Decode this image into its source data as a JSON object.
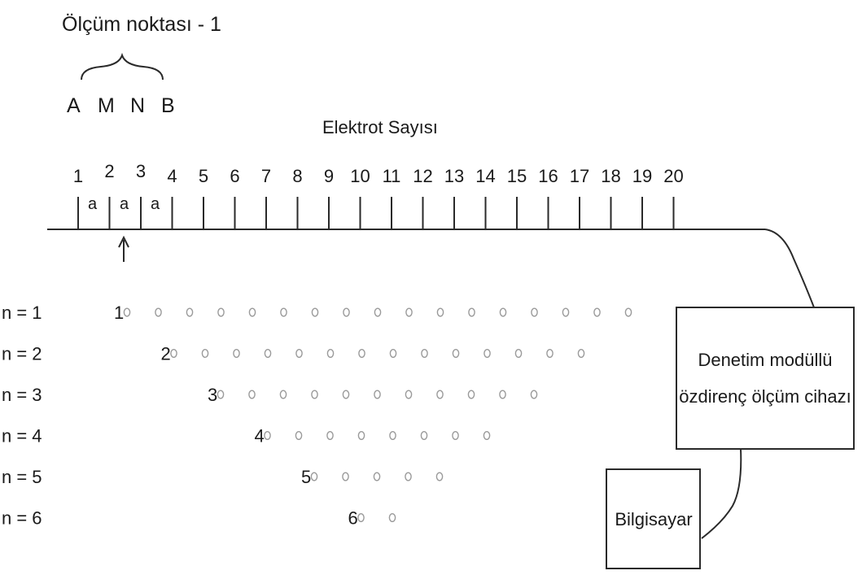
{
  "measurement_point": {
    "title": "Ölçüm noktası - 1",
    "electrode_labels": [
      "A",
      "M",
      "N",
      "B"
    ]
  },
  "electrodes": {
    "title": "Elektrot Sayısı",
    "numbers": [
      "1",
      "2",
      "3",
      "4",
      "5",
      "6",
      "7",
      "8",
      "9",
      "10",
      "11",
      "12",
      "13",
      "14",
      "15",
      "16",
      "17",
      "18",
      "19",
      "20"
    ],
    "spacing_label": "a"
  },
  "levels": [
    {
      "label": "n = 1",
      "start_label": "1",
      "points": 17
    },
    {
      "label": "n = 2",
      "start_label": "2",
      "points": 14
    },
    {
      "label": "n = 3",
      "start_label": "3",
      "points": 11
    },
    {
      "label": "n = 4",
      "start_label": "4",
      "points": 8
    },
    {
      "label": "n = 5",
      "start_label": "5",
      "points": 5
    },
    {
      "label": "n = 6",
      "start_label": "6",
      "points": 2
    }
  ],
  "device": {
    "line1": "Denetim modüllü",
    "line2": "özdirenç ölçüm cihazı"
  },
  "computer": {
    "label": "Bilgisayar"
  }
}
